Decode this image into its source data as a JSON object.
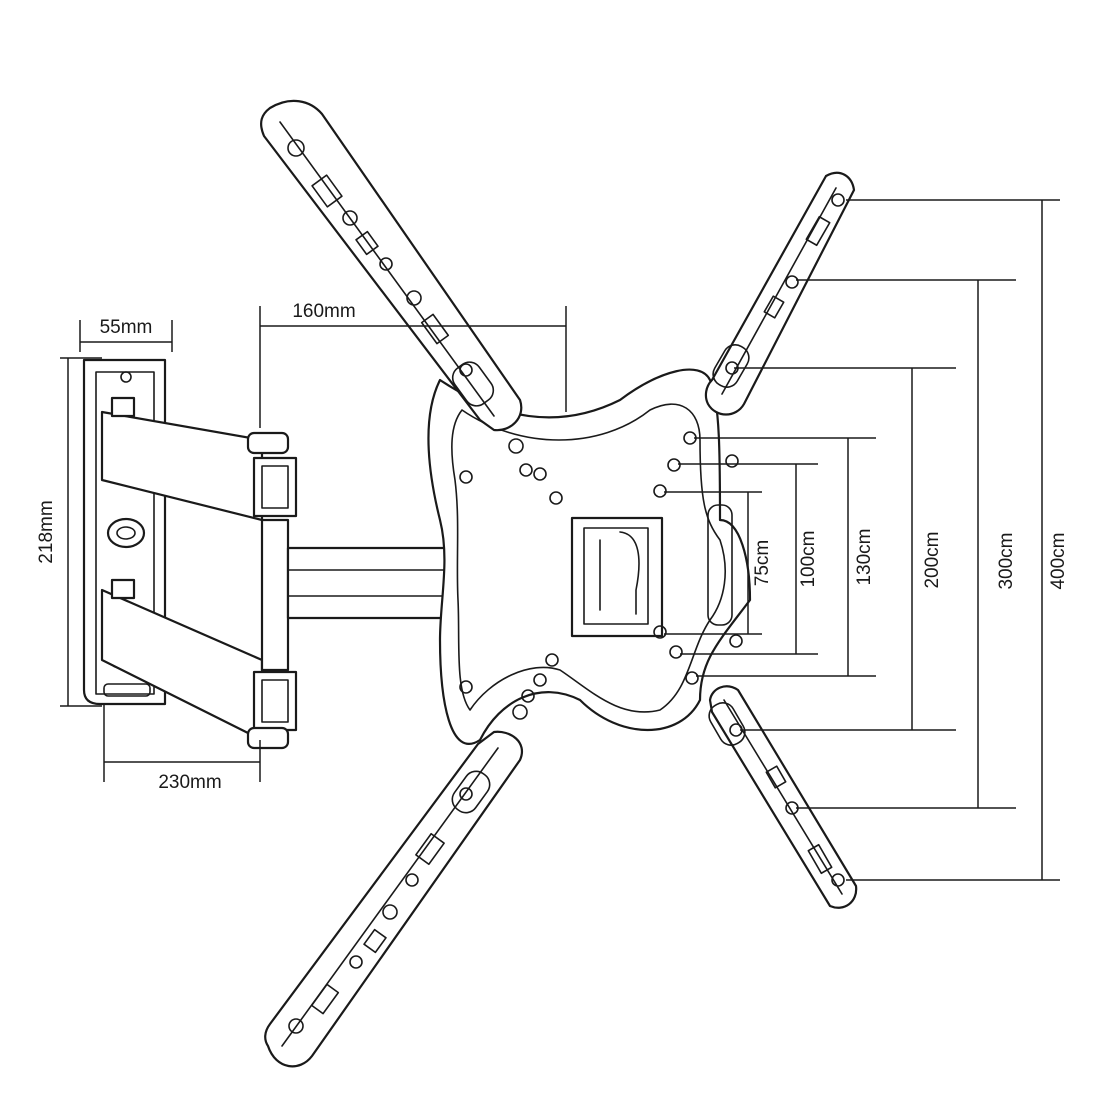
{
  "dimensions": {
    "arm_depth": "55mm",
    "arm_spacing": "160mm",
    "wall_plate_height": "218mm",
    "arm_extension": "230mm"
  },
  "vesa": {
    "v75": "75cm",
    "v100": "100cm",
    "v130": "130cm",
    "v200": "200cm",
    "v300": "300cm",
    "v400": "400cm"
  }
}
